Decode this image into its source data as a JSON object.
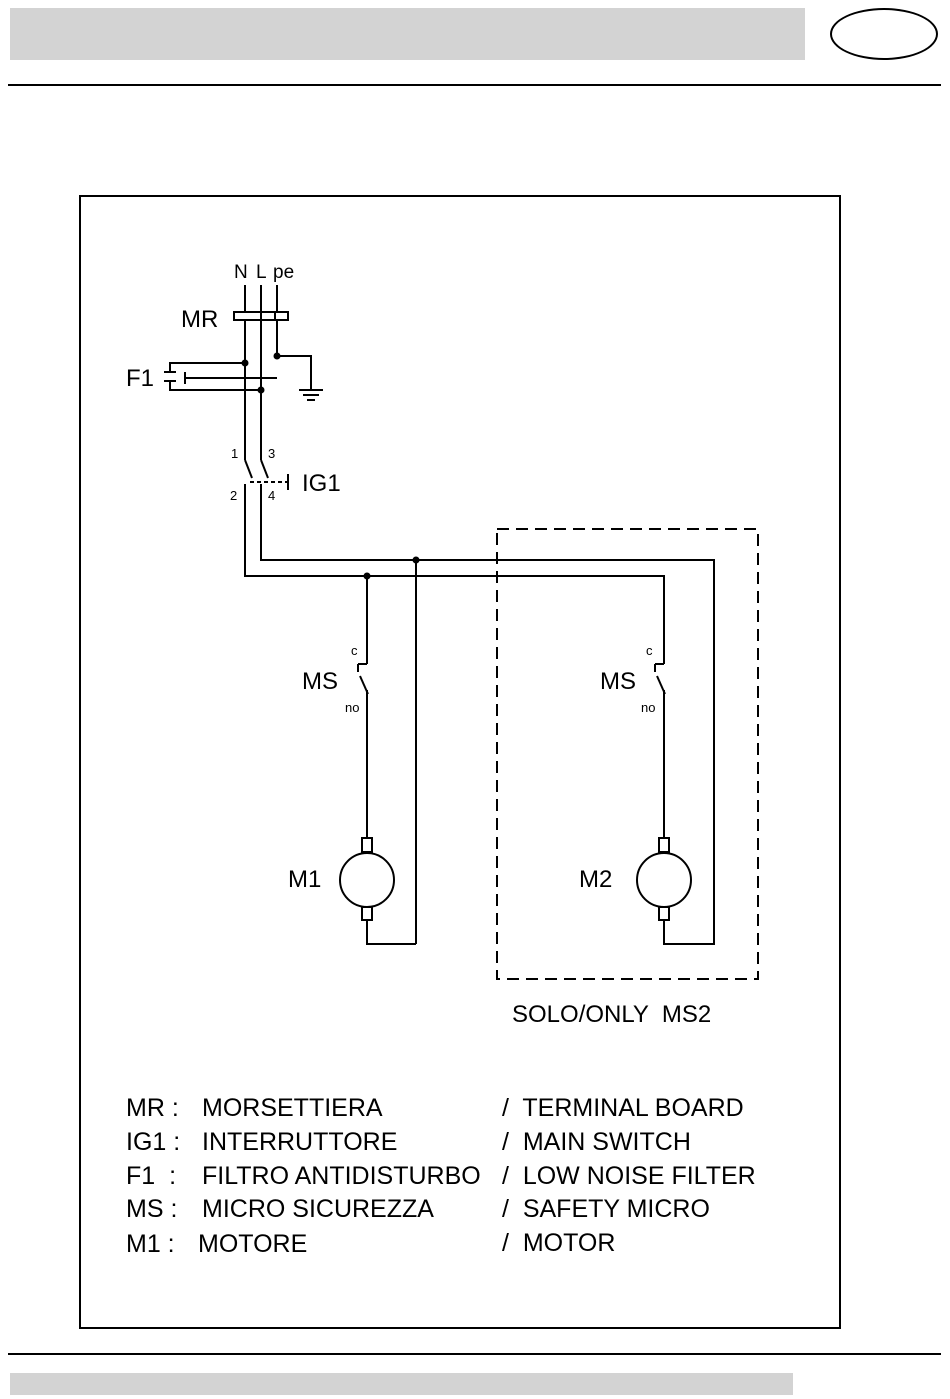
{
  "diagram": {
    "terminals": {
      "n": "N",
      "l": "L",
      "pe": "pe"
    },
    "components": {
      "mr": "MR",
      "f1": "F1",
      "ig1": "IG1",
      "ms_left": "MS",
      "ms_right": "MS",
      "m1": "M1",
      "m2": "M2"
    },
    "pins": {
      "p1": "1",
      "p2": "2",
      "p3": "3",
      "p4": "4"
    },
    "contacts": {
      "c_left": "c",
      "no_left": "no",
      "c_right": "c",
      "no_right": "no"
    },
    "optional_box_label": "SOLO/ONLY  MS2"
  },
  "legend": [
    {
      "code": "MR :",
      "it": "MORSETTIERA",
      "en": "/  TERMINAL BOARD"
    },
    {
      "code": "IG1 :",
      "it": "INTERRUTTORE",
      "en": "/  MAIN SWITCH"
    },
    {
      "code": "F1  :",
      "it": "FILTRO ANTIDISTURBO",
      "en": "/  LOW NOISE FILTER"
    },
    {
      "code": "MS :",
      "it": "MICRO SICUREZZA",
      "en": "/  SAFETY MICRO"
    },
    {
      "code": "M1 :",
      "it": "MOTORE",
      "en": "/  MOTOR"
    }
  ]
}
